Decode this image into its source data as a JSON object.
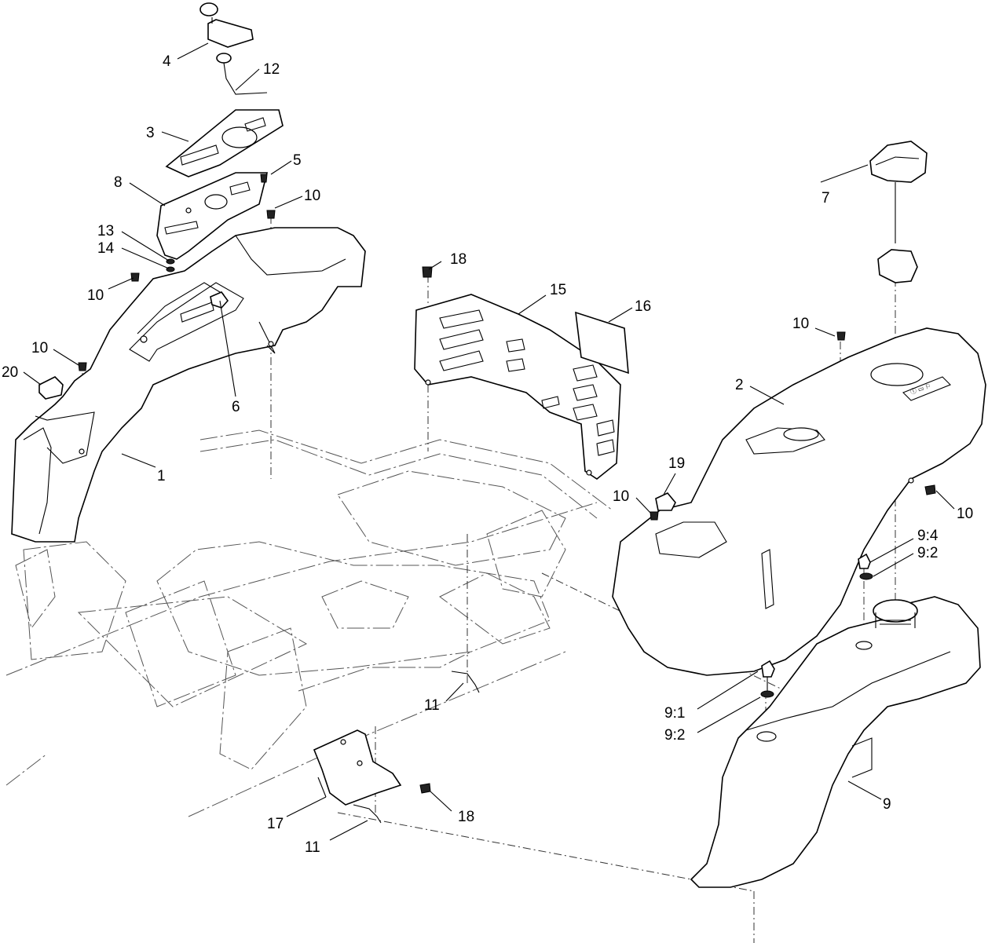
{
  "callouts": {
    "c1": "1",
    "c2": "2",
    "c3": "3",
    "c4": "4",
    "c5": "5",
    "c6": "6",
    "c7": "7",
    "c8": "8",
    "c9": "9",
    "c10a": "10",
    "c10b": "10",
    "c10c": "10",
    "c10d": "10",
    "c10e": "10",
    "c10f": "10",
    "c11a": "11",
    "c11b": "11",
    "c12": "12",
    "c13": "13",
    "c14": "14",
    "c15": "15",
    "c16": "16",
    "c17": "17",
    "c18a": "18",
    "c18b": "18",
    "c19": "19",
    "c20": "20",
    "c9_4": "9:4",
    "c9_2a": "9:2",
    "c9_1": "9:1",
    "c9_2b": "9:2"
  }
}
